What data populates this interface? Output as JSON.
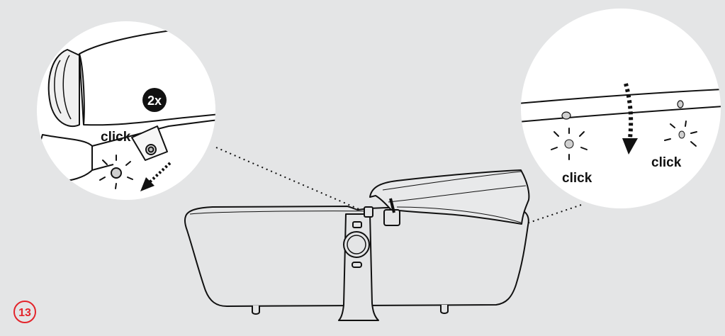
{
  "step": {
    "number": "13",
    "color": "#e3242b"
  },
  "left_detail": {
    "badge": "2x",
    "click_label": "click"
  },
  "right_detail": {
    "click_label_left": "click",
    "click_label_right": "click"
  },
  "colors": {
    "background": "#e4e5e6",
    "line": "#111111",
    "detail_bg": "#ffffff"
  },
  "icons": [
    "click-burst-icon",
    "dashed-arrow-icon",
    "curved-dashed-arrow-icon"
  ]
}
